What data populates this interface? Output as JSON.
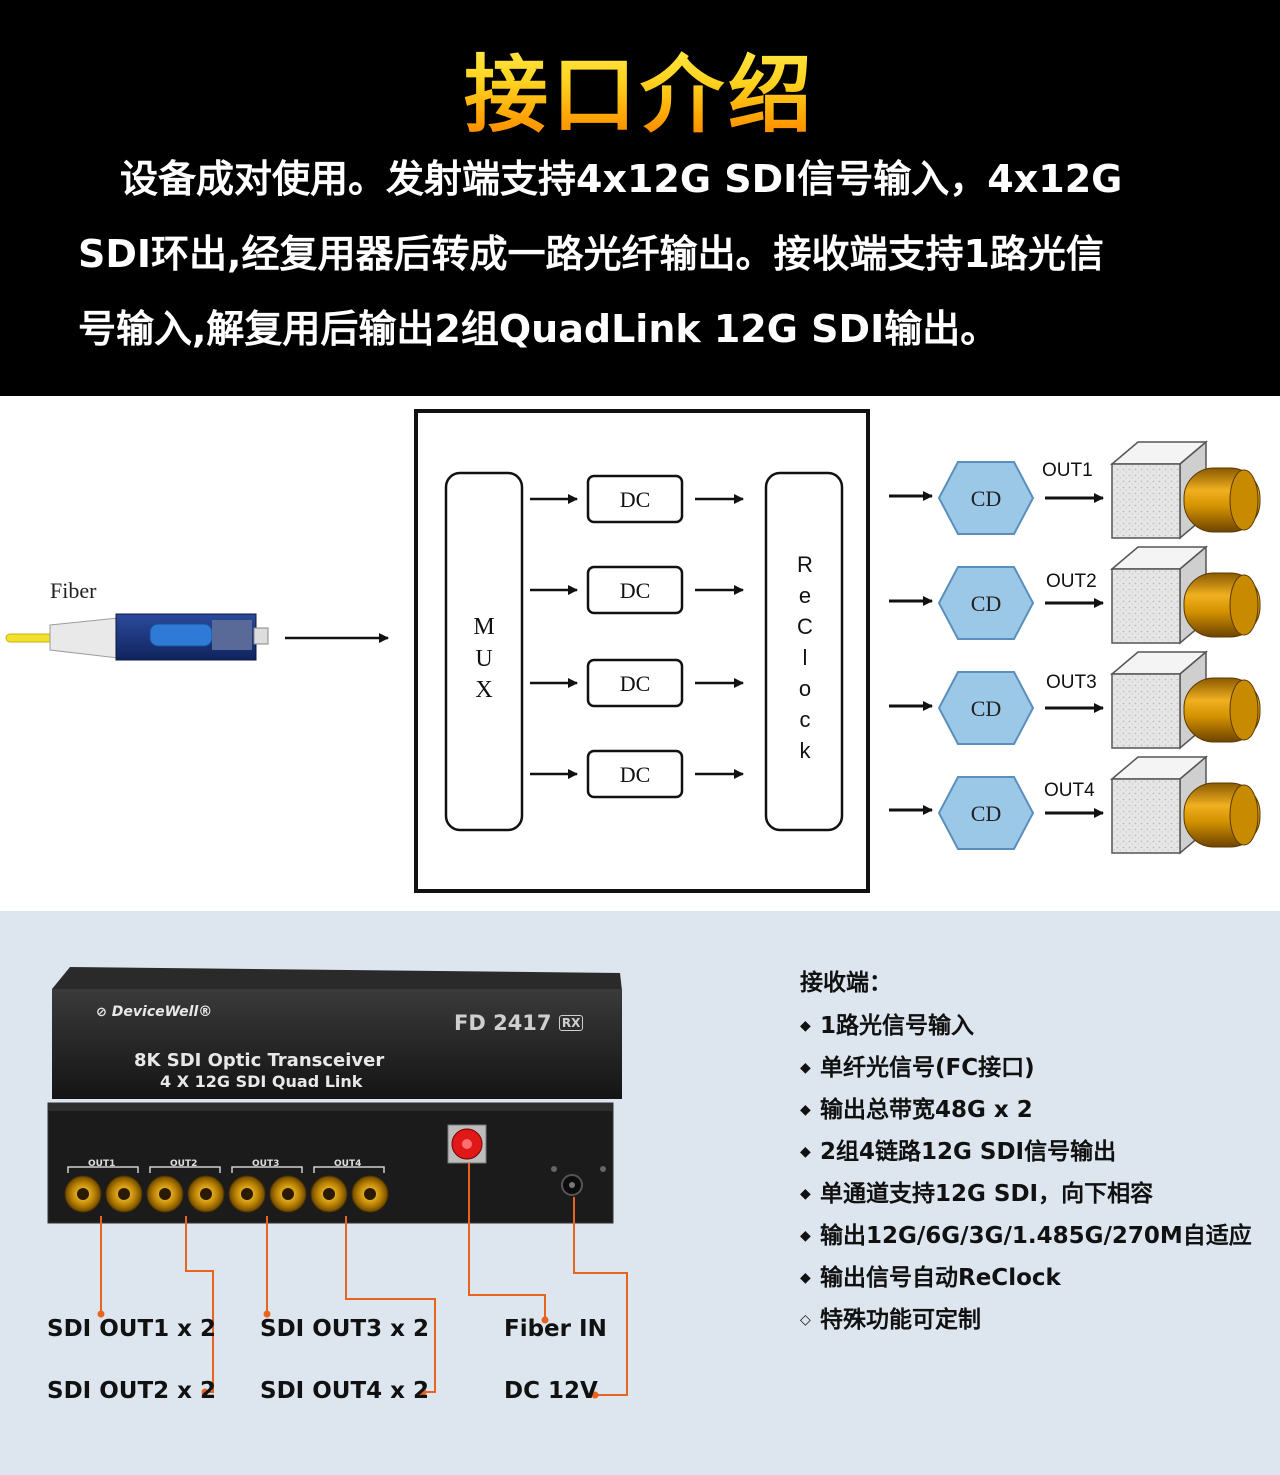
{
  "header": {
    "title": "接口介绍",
    "lines": [
      "设备成对使用。发射端支持4x12G  SDI信号输入，4x12G",
      "SDI环出,经复用器后转成一路光纤输出。接收端支持1路光信",
      "号输入,解复用后输出2组QuadLink 12G SDI输出。"
    ]
  },
  "diagram": {
    "fiber_label": "Fiber",
    "mux_letters": [
      "M",
      "U",
      "X"
    ],
    "dc_label": "DC",
    "reclock_letters": [
      "R",
      "e",
      "C",
      "l",
      "o",
      "c",
      "k"
    ],
    "cd_label": "CD",
    "outputs": [
      "OUT1",
      "OUT2",
      "OUT3",
      "OUT4"
    ]
  },
  "device": {
    "brand": "DeviceWell®",
    "model": "FD 2417",
    "model_suffix": "RX",
    "product_line1": "8K SDI Optic Transceiver",
    "product_line2": "4 X 12G SDI Quad Link",
    "port_groups": [
      "OUT1",
      "OUT2",
      "OUT3",
      "OUT4"
    ]
  },
  "ports": {
    "out1": "SDI OUT1 x 2",
    "out2": "SDI OUT2 x 2",
    "out3": "SDI OUT3 x 2",
    "out4": "SDI OUT4 x 2",
    "fiber_in": "Fiber IN",
    "dc": "DC 12V"
  },
  "specs": {
    "title": "接收端：",
    "items": [
      {
        "marker": "◆",
        "text": "1路光信号输入"
      },
      {
        "marker": "◆",
        "text": "单纤光信号(FC接口)"
      },
      {
        "marker": "◆",
        "text": "输出总带宽48G x 2"
      },
      {
        "marker": "◆",
        "text": "2组4链路12G SDI信号输出"
      },
      {
        "marker": "◆",
        "text": "单通道支持12G SDI，向下相容"
      },
      {
        "marker": "◆",
        "text": "输出12G/6G/3G/1.485G/270M自适应"
      },
      {
        "marker": "◆",
        "text": "输出信号自动ReClock"
      },
      {
        "marker": "◇",
        "text": "特殊功能可定制"
      }
    ]
  },
  "colors": {
    "header_bg": "#000000",
    "callout": "#e8641e",
    "cd_fill": "#9cc8e8",
    "bottom_bg": "#dde6ef"
  }
}
